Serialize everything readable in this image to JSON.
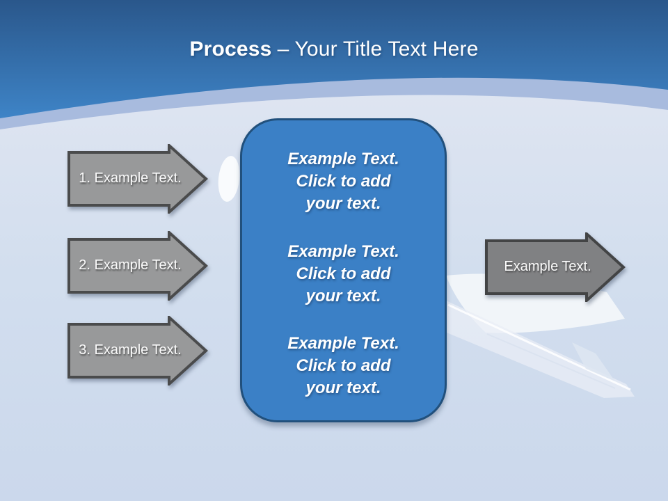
{
  "title": {
    "emphasis": "Process",
    "rest": "– Your Title Text Here"
  },
  "left_arrows": [
    {
      "label": "1. Example Text."
    },
    {
      "label": "2. Example Text."
    },
    {
      "label": "3. Example Text."
    }
  ],
  "right_arrow": {
    "label": "Example Text."
  },
  "center_panel": {
    "paragraphs": [
      {
        "text": "Example Text.\nClick  to add\nyour text."
      },
      {
        "text": "Example Text.\nClick  to add\nyour text."
      },
      {
        "text": "Example Text.\nClick  to add\nyour text."
      }
    ]
  },
  "background_image": "airplane-flying-in-sky",
  "colors": {
    "header_gradient_top": "#2A578B",
    "header_gradient_bottom": "#3E84C7",
    "curve_band": "#A8BBDE",
    "sky_top": "#E2E7F3",
    "sky_bottom": "#CBD8EC",
    "left_arrow_fill": "#98999A",
    "right_arrow_fill": "#808183",
    "arrow_border": "#4A4B4C",
    "panel_fill": "#3B80C6",
    "panel_border": "#21507C",
    "text": "#FFFFFF"
  }
}
